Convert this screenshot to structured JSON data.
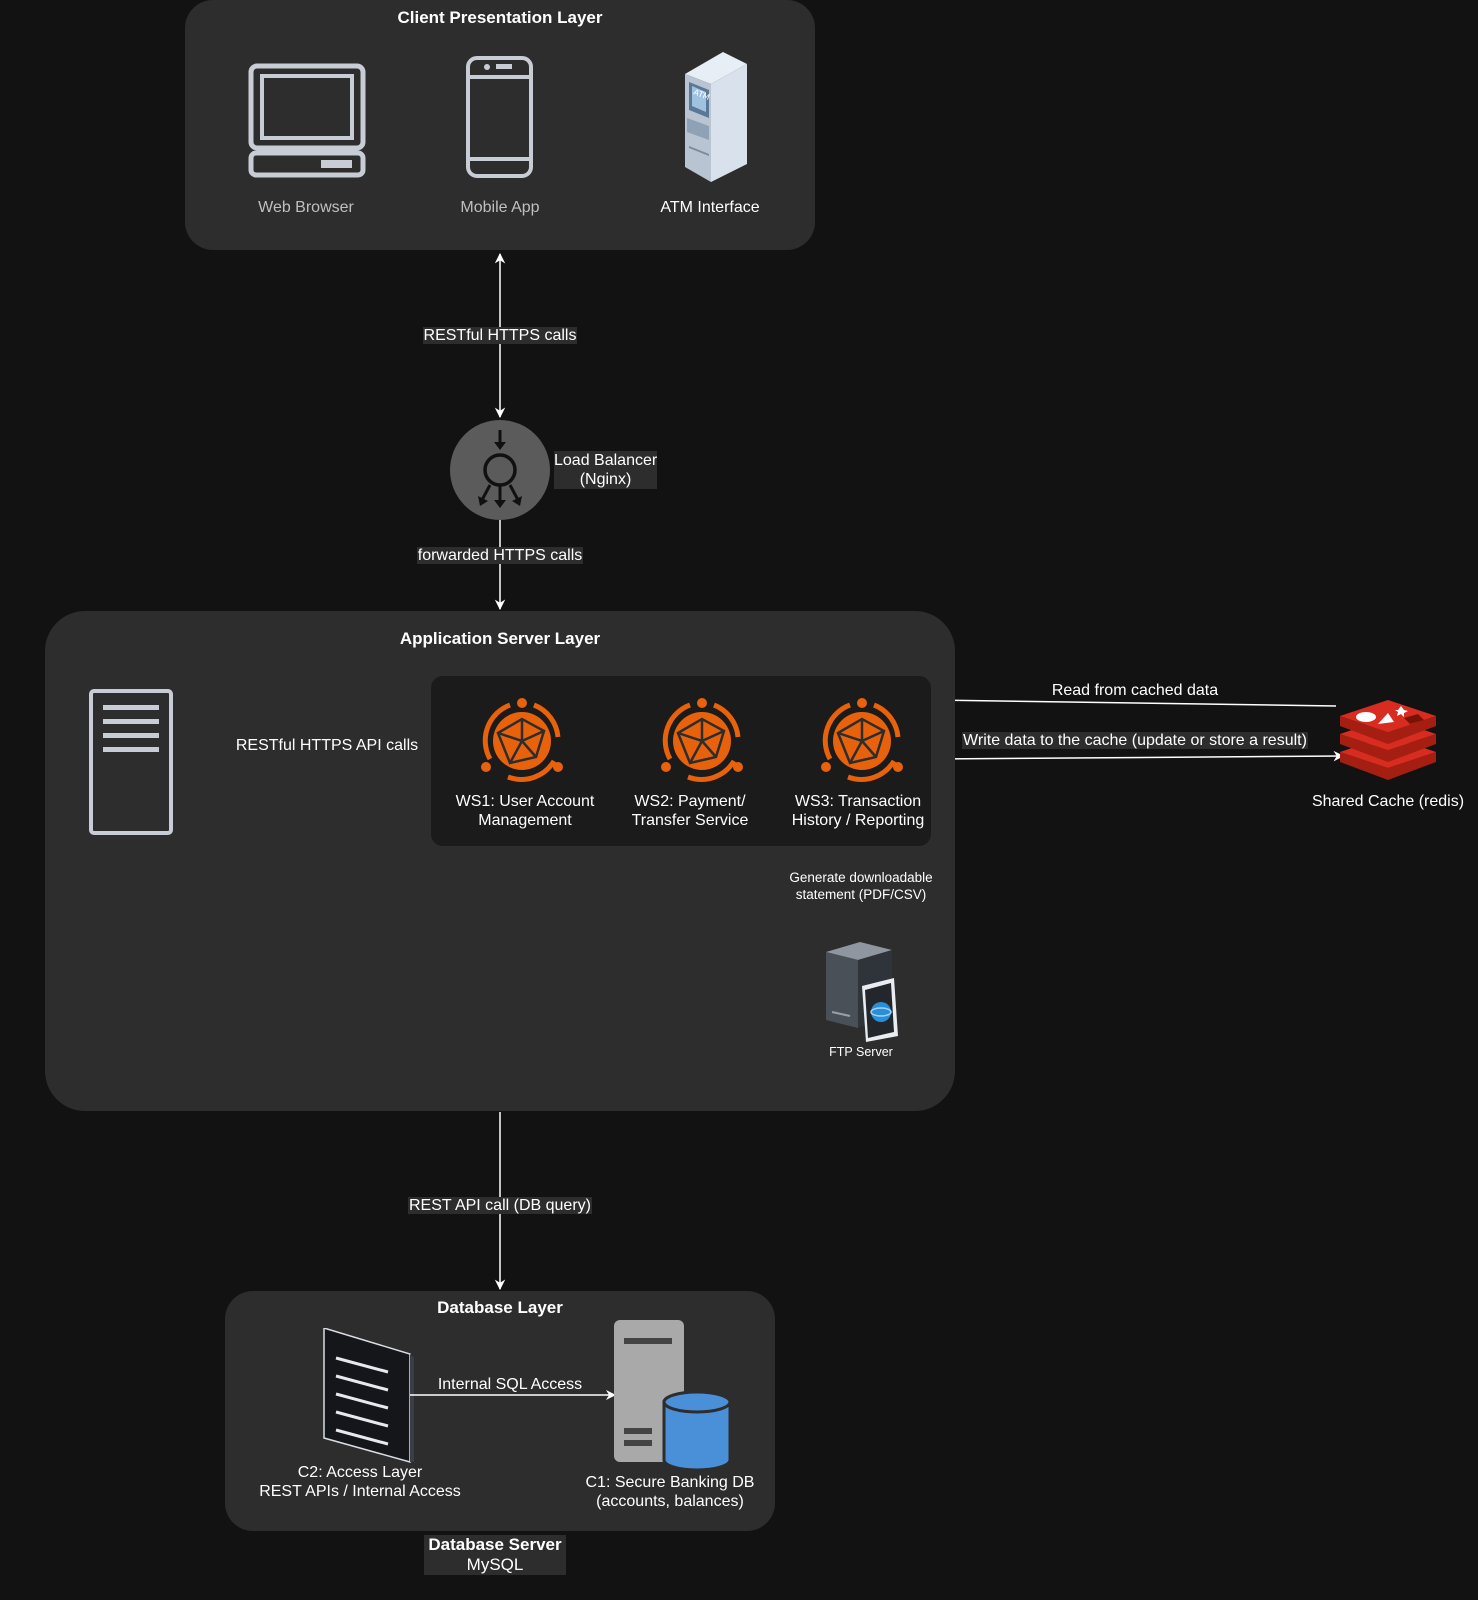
{
  "client_layer": {
    "title": "Client Presentation Layer",
    "items": [
      {
        "label": "Web Browser",
        "icon": "laptop-icon"
      },
      {
        "label": "Mobile App",
        "icon": "mobile-phone-icon"
      },
      {
        "label": "ATM Interface",
        "icon": "atm-icon"
      }
    ]
  },
  "edges": {
    "client_to_lb": "RESTful HTTPS calls",
    "lb_to_app": "forwarded HTTPS calls",
    "server_to_ws": "RESTful HTTPS API calls",
    "cache_read": "Read from cached data",
    "cache_write": "Write data to the cache (update or store a result)",
    "ws3_to_ftp": "Generate downloadable\nstatement (PDF/CSV)",
    "app_to_db": "REST API  call (DB query)",
    "c2_to_c1": "Internal SQL Access"
  },
  "load_balancer": {
    "label": "Load Balancer\n(Nginx)"
  },
  "app_layer": {
    "title": "Application Server Layer",
    "services": [
      {
        "label": "WS1: User Account\nManagement"
      },
      {
        "label": "WS2: Payment/\nTransfer Service"
      },
      {
        "label": "WS3: Transaction\nHistory / Reporting"
      }
    ],
    "ftp_label": "FTP Server"
  },
  "cache": {
    "label": "Shared Cache (redis)"
  },
  "db_layer": {
    "title": "Database Layer",
    "c2_label": "C2: Access Layer\nREST APIs / Internal Access",
    "c1_label": "C1: Secure Banking DB\n(accounts, balances)"
  },
  "db_server": {
    "title": "Database Server",
    "subtitle": "MySQL"
  },
  "colors": {
    "background": "#121212",
    "panel": "#2d2d2d",
    "service_orange": "#e8620c",
    "redis_red": "#c6302b",
    "db_blue": "#4a90d9"
  }
}
